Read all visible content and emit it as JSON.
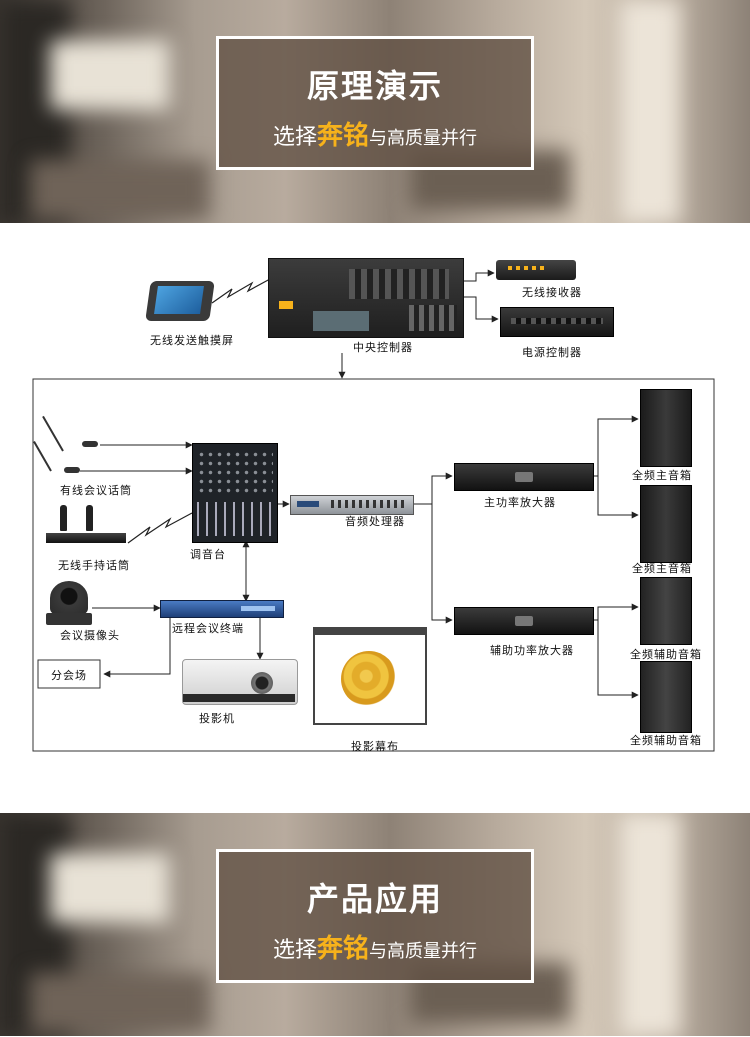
{
  "banner_top": {
    "title": "原理演示",
    "sub_prefix": "选择",
    "sub_brand": "奔铭",
    "sub_suffix": "与高质量并行"
  },
  "banner_bottom": {
    "title": "产品应用",
    "sub_prefix": "选择",
    "sub_brand": "奔铭",
    "sub_suffix": "与高质量并行"
  },
  "diagram": {
    "nodes": {
      "wireless_touch": "无线发送触摸屏",
      "central_controller": "中央控制器",
      "wireless_receiver": "无线接收器",
      "power_controller": "电源控制器",
      "wired_mic": "有线会议话筒",
      "wireless_mic": "无线手持话筒",
      "mixer": "调音台",
      "camera": "会议摄像头",
      "remote_terminal": "远程会议终端",
      "branch_venue": "分会场",
      "projector": "投影机",
      "screen": "投影幕布",
      "audio_processor": "音频处理器",
      "main_amp": "主功率放大器",
      "aux_amp": "辅助功率放大器",
      "main_speaker_1": "全频主音箱",
      "main_speaker_2": "全频主音箱",
      "aux_speaker_1": "全频辅助音箱",
      "aux_speaker_2": "全频辅助音箱"
    },
    "colors": {
      "line": "#222222",
      "brand_orange": "#f7b21b",
      "device_dark": "#2a2a2a"
    }
  }
}
